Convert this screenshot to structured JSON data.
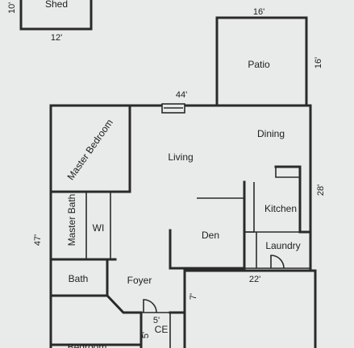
{
  "rooms": {
    "shed": "Shed",
    "patio": "Patio",
    "dining": "Dining",
    "living": "Living",
    "master_bedroom": "Master Bedroom",
    "master_bath": "Master Bath",
    "wi": "WI",
    "kitchen": "Kitchen",
    "den": "Den",
    "laundry": "Laundry",
    "bath": "Bath",
    "foyer": "Foyer",
    "ce": "CE",
    "bedroom": "Bedroom"
  },
  "dimensions": {
    "shed_width": "12'",
    "shed_side_partial": "10'",
    "patio_width": "16'",
    "patio_depth": "16'",
    "house_width": "44'",
    "house_depth": "47'",
    "right_wing_depth": "28'",
    "right_wing_width": "22'",
    "foyer_offset": "7'",
    "ce_width": "5'",
    "ce_depth": "5'"
  }
}
